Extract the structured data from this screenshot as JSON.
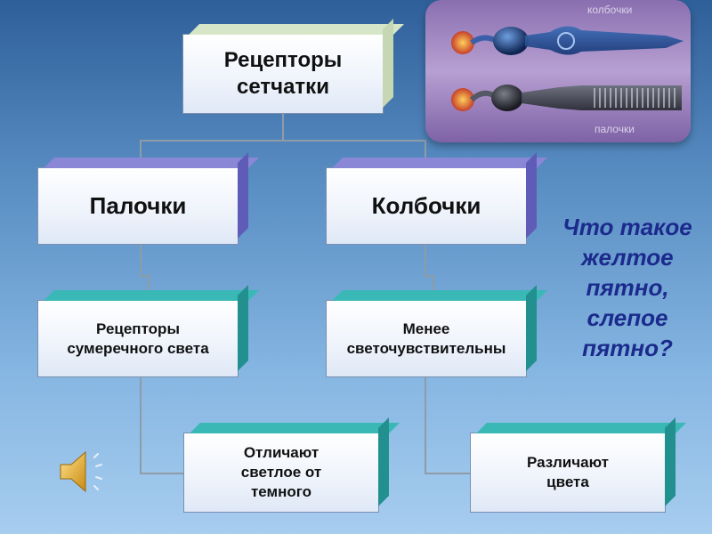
{
  "root": {
    "line1": "Рецепторы",
    "line2": "сетчатки"
  },
  "branches": {
    "rods": {
      "title": "Палочки",
      "desc": {
        "line1": "Рецепторы",
        "line2": "сумеречного света"
      },
      "feature": {
        "line1": "Отличают",
        "line2": "светлое от",
        "line3": "темного"
      }
    },
    "cones": {
      "title": "Колбочки",
      "desc": {
        "line1": "Менее",
        "line2": "светочувствительны"
      },
      "feature": {
        "line1": "Различают",
        "line2": "цвета"
      }
    }
  },
  "question": {
    "line1": "Что такое",
    "line2": "желтое",
    "line3": "пятно,",
    "line4": "слепое",
    "line5": "пятно?"
  },
  "illustration": {
    "label_top": "колбочки",
    "label_bottom": "палочки"
  },
  "colors": {
    "question_text": "#1b2a8c",
    "purple_face": "#8a87d6",
    "teal_face": "#39b8b6"
  }
}
